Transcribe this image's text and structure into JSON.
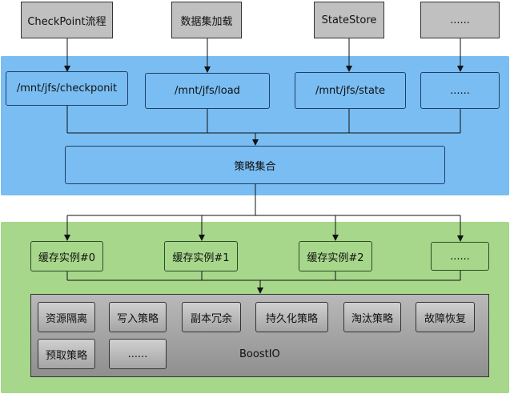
{
  "sources": [
    "CheckPoint流程",
    "数据集加载",
    "StateStore",
    "......"
  ],
  "paths": [
    "/mnt/jfs/checkponit",
    "/mnt/jfs/load",
    "/mnt/jfs/state",
    "......"
  ],
  "policy_set": "策略集合",
  "cache_instances": [
    "缓存实例#0",
    "缓存实例#1",
    "缓存实例#2",
    "......"
  ],
  "boostio": {
    "label": "BoostIO",
    "strategies": [
      "资源隔离",
      "写入策略",
      "副本冗余",
      "持久化策略",
      "淘汰策略",
      "故障恢复",
      "预取策略",
      "......"
    ]
  }
}
